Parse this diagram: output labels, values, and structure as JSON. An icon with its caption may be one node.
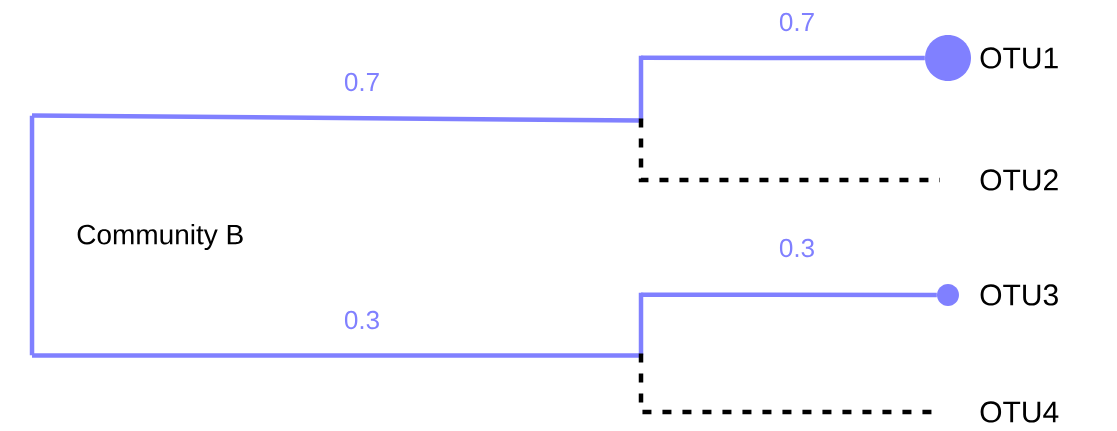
{
  "diagram": {
    "nodes": [
      {
        "text": [],
        "shape": "bar"
      },
      {
        "text": [],
        "shape": "bar"
      },
      {
        "text": [],
        "shape": "bar"
      },
      {
        "text": [],
        "shape": "circle",
        "beside": [
          "OTU1"
        ]
      },
      {
        "text": [
          "OTU2"
        ]
      },
      {
        "text": [],
        "shape": "circle",
        "beside": [
          "OTU3"
        ]
      },
      {
        "text": [
          "OTU4"
        ]
      }
    ],
    "edges": [
      {
        "from": 0,
        "to": 1,
        "arrow": "none",
        "label": "0.7",
        "color": "#8080ff"
      },
      {
        "from": 0,
        "to": 2,
        "arrow": "none",
        "label": "0.3",
        "color": "#8080ff"
      },
      {
        "from": 1,
        "to": 3,
        "arrow": "none",
        "label": "0.7",
        "color": "#8080ff"
      },
      {
        "from": 1,
        "to": 4,
        "arrow": "none",
        "style": "dashed",
        "color": "#000000"
      },
      {
        "from": 2,
        "to": 5,
        "arrow": "none",
        "label": "0.3",
        "color": "#8080ff"
      },
      {
        "from": 2,
        "to": 6,
        "arrow": "none",
        "style": "dashed",
        "color": "#000000"
      }
    ],
    "labels": [
      "Community B"
    ]
  }
}
